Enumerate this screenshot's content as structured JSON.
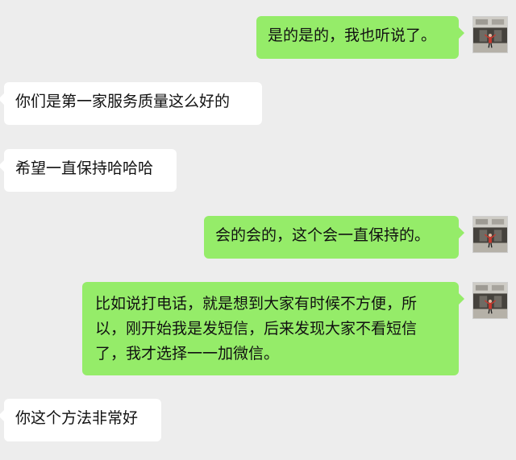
{
  "chat": {
    "messages": [
      {
        "side": "out",
        "text": "是的是的，我也听说了。"
      },
      {
        "side": "in",
        "text": "你们是第一家服务质量这么好的"
      },
      {
        "side": "in",
        "text": "希望一直保持哈哈哈"
      },
      {
        "side": "out",
        "text": "会的会的，这个会一直保持的。"
      },
      {
        "side": "out",
        "text": "比如说打电话，就是想到大家有时候不方便，所以，刚开始我是发短信，后来发现大家不看短信了，我才选择一一加微信。"
      },
      {
        "side": "in",
        "text": "你这个方法非常好"
      }
    ]
  },
  "colors": {
    "background": "#ededed",
    "incoming_bubble": "#ffffff",
    "outgoing_bubble": "#95ec69"
  },
  "icons": {
    "self_avatar": "user-avatar-photo"
  }
}
